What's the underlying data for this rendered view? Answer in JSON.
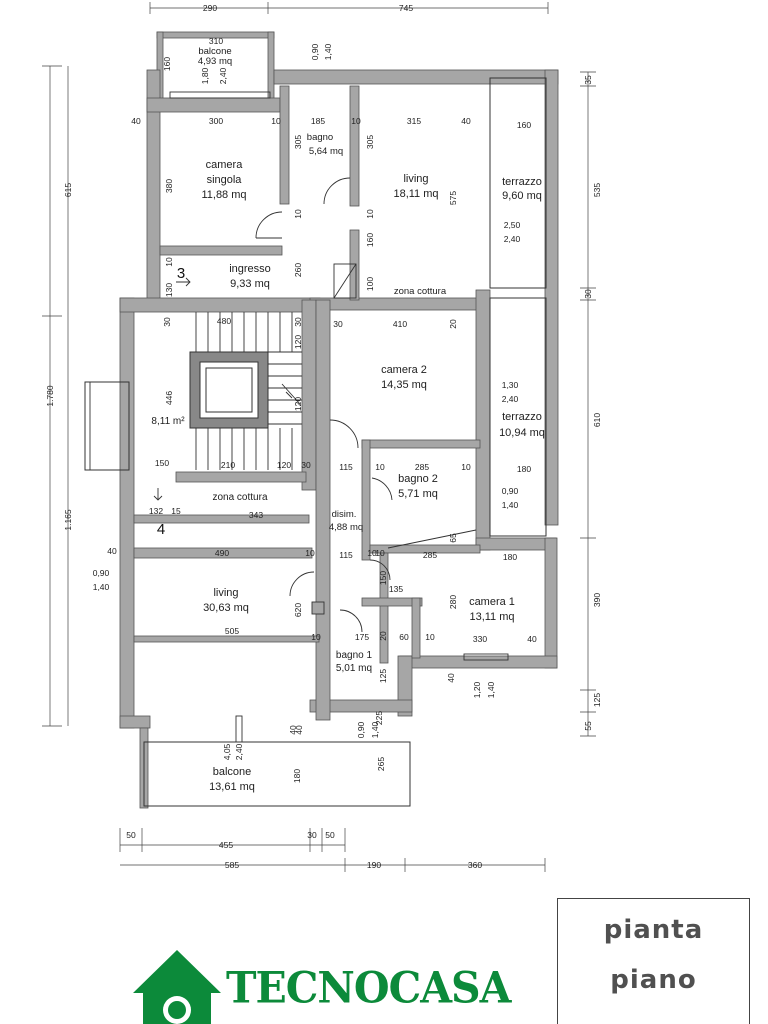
{
  "rooms": [
    {
      "id": "balcone-top",
      "name": "balcone",
      "area": "4,93 mq"
    },
    {
      "id": "camera-singola",
      "name": "camera\nsingola",
      "area": "11,88 mq"
    },
    {
      "id": "bagno-top",
      "name": "bagno",
      "area": "5,64 mq"
    },
    {
      "id": "living-top",
      "name": "living",
      "area": "18,11 mq"
    },
    {
      "id": "terrazzo-top",
      "name": "terrazzo",
      "area": "9,60 mq"
    },
    {
      "id": "ingresso",
      "name": "ingresso",
      "area": "9,33 mq"
    },
    {
      "id": "zona-cottura-top",
      "name": "zona cottura",
      "area": ""
    },
    {
      "id": "camera-2",
      "name": "camera 2",
      "area": "14,35 mq"
    },
    {
      "id": "terrazzo-right",
      "name": "terrazzo",
      "area": "10,94 mq"
    },
    {
      "id": "stair-landing",
      "name": "",
      "area": "8,11 m²"
    },
    {
      "id": "bagno-2",
      "name": "bagno 2",
      "area": "5,71 mq"
    },
    {
      "id": "zona-cottura-bottom",
      "name": "zona cottura",
      "area": ""
    },
    {
      "id": "disim",
      "name": "disim.",
      "area": "4,88 mq"
    },
    {
      "id": "living-bottom",
      "name": "living",
      "area": "30,63 mq"
    },
    {
      "id": "camera-1",
      "name": "camera 1",
      "area": "13,11 mq"
    },
    {
      "id": "bagno-1",
      "name": "bagno 1",
      "area": "5,01 mq"
    },
    {
      "id": "balcone-bottom",
      "name": "balcone",
      "area": "13,61 mq"
    }
  ],
  "unit_numbers": [
    "3",
    "4"
  ],
  "dimensions": {
    "top": [
      "290",
      "745"
    ],
    "left": [
      "1.780",
      "615",
      "1.165"
    ],
    "right": [
      "35",
      "535",
      "30",
      "610",
      "390",
      "125",
      "55"
    ],
    "bottom_row1": [
      "50",
      "455",
      "30",
      "50"
    ],
    "bottom_row2": [
      "585",
      "190",
      "360"
    ],
    "interior": [
      "310",
      "160",
      "1,80",
      "2,40",
      "0,90",
      "1,40",
      "40",
      "300",
      "10",
      "185",
      "10",
      "315",
      "40",
      "160",
      "305",
      "380",
      "305",
      "575",
      "2,50",
      "2,40",
      "10",
      "10",
      "160",
      "100",
      "130",
      "10",
      "260",
      "30",
      "480",
      "120",
      "30",
      "30",
      "410",
      "20",
      "446",
      "120",
      "1,30",
      "2,40",
      "180",
      "150",
      "210",
      "120",
      "30",
      "115",
      "10",
      "285",
      "10",
      "0,90",
      "1,40",
      "132",
      "15",
      "343",
      "10",
      "40",
      "490",
      "10",
      "115",
      "10",
      "285",
      "65",
      "180",
      "0,90",
      "1,40",
      "150",
      "135",
      "280",
      "620",
      "505",
      "10",
      "175",
      "20",
      "60",
      "10",
      "330",
      "40",
      "125",
      "40",
      "1,20",
      "1,40",
      "4,05",
      "2,40",
      "40",
      "40",
      "0,90",
      "1,40",
      "180",
      "265",
      "225"
    ]
  },
  "title": {
    "line1": "pianta",
    "line2": "piano"
  },
  "logo": {
    "text": "TECNOCASA",
    "color": "#0c8a3a"
  },
  "colors": {
    "wall": "#a6a6a6",
    "ink": "#1e1e1e",
    "brand": "#0c8a3a"
  }
}
